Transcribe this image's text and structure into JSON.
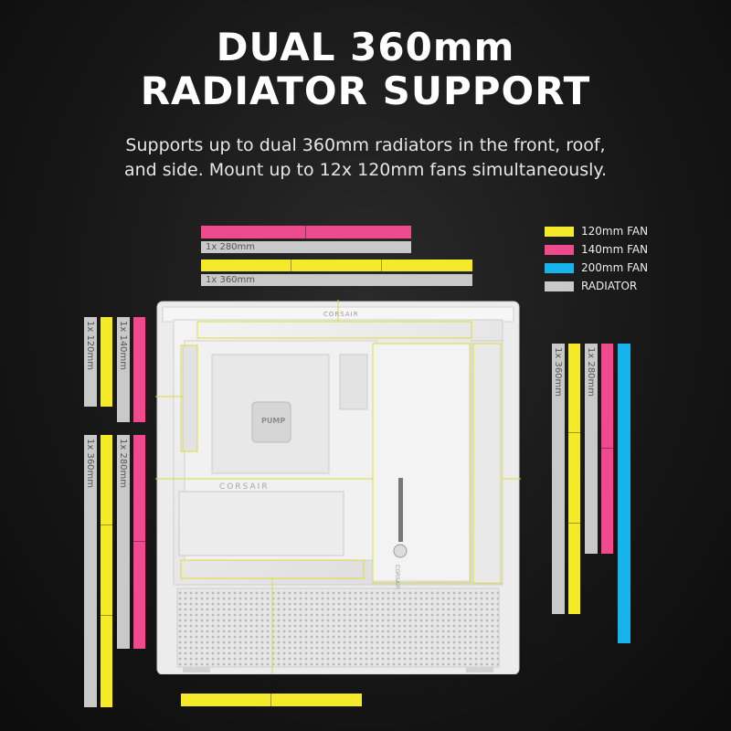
{
  "headline": {
    "line1": "DUAL 360mm",
    "line2": "RADIATOR SUPPORT"
  },
  "subtitle": {
    "line1": "Supports up to dual 360mm radiators in the front, roof,",
    "line2": "and side. Mount up to 12x 120mm fans simultaneously."
  },
  "legend": [
    {
      "label": "120mm FAN",
      "color": "#f4ea2a"
    },
    {
      "label": "140mm FAN",
      "color": "#ee4a8d"
    },
    {
      "label": "200mm FAN",
      "color": "#16b4ea"
    },
    {
      "label": "RADIATOR",
      "color": "#c9c9c9"
    }
  ],
  "radiator_labels": {
    "top_280": "1x 280mm",
    "top_360": "1x 360mm",
    "left_120": "1x 120mm",
    "left_140": "1x 140mm",
    "left_360": "1x 360mm",
    "left_280": "1x 280mm",
    "right_360": "1x 360mm",
    "right_280": "1x 280mm"
  },
  "case_branding": {
    "top_logo": "CORSAIR",
    "side_logo": "CORSAIR",
    "psu_logo": "CORSAIR",
    "cooler_logo": "PUMP"
  }
}
